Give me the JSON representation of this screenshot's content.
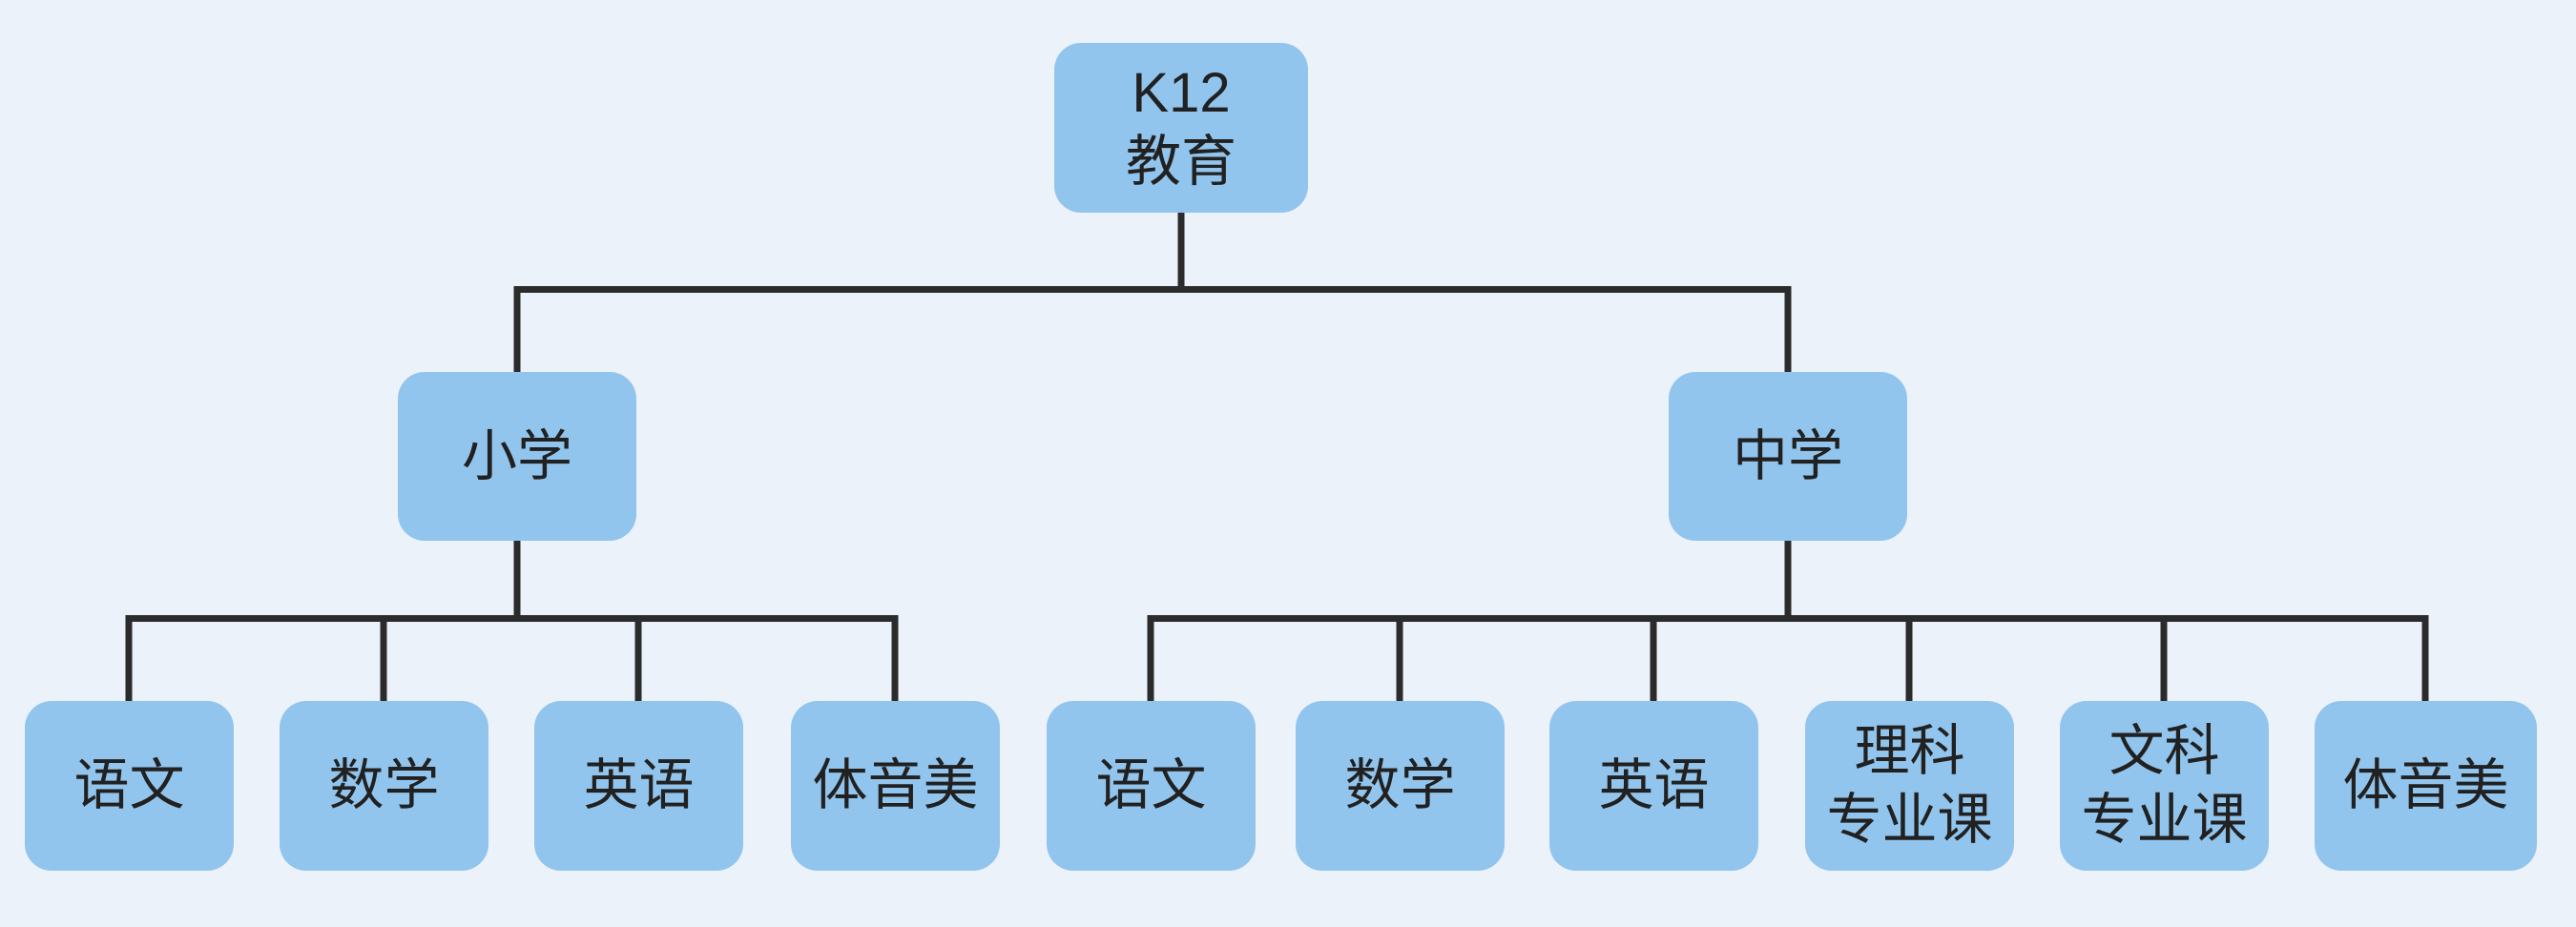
{
  "colors": {
    "background": "#ecf2fa",
    "node_fill": "#92c5ed",
    "node_text": "#212121",
    "connector": "#2b2b2b"
  },
  "tree": {
    "root": {
      "label": "K12\n教育"
    },
    "branches": [
      {
        "label": "小学",
        "children": [
          "语文",
          "数学",
          "英语",
          "体音美"
        ]
      },
      {
        "label": "中学",
        "children": [
          "语文",
          "数学",
          "英语",
          "理科\n专业课",
          "文科\n专业课",
          "体音美"
        ]
      }
    ]
  }
}
